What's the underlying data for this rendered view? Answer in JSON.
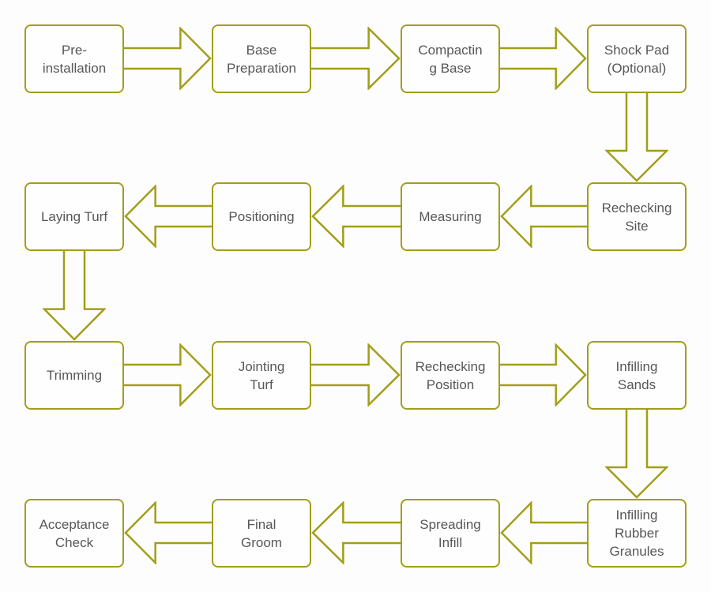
{
  "diagram": {
    "type": "flowchart",
    "colors": {
      "outline": "#A29E1A",
      "text": "#575757",
      "background": "#FDFDFD",
      "shape_fill": "#FEFEFE"
    },
    "nodes": [
      {
        "id": "pre-installation",
        "label": "Pre-\ninstallation"
      },
      {
        "id": "base-preparation",
        "label": "Base\nPreparation"
      },
      {
        "id": "compacting-base",
        "label": "Compactin\ng Base"
      },
      {
        "id": "shock-pad",
        "label": "Shock Pad\n(Optional)"
      },
      {
        "id": "rechecking-site",
        "label": "Rechecking\nSite"
      },
      {
        "id": "measuring",
        "label": "Measuring"
      },
      {
        "id": "positioning",
        "label": "Positioning"
      },
      {
        "id": "laying-turf",
        "label": "Laying Turf"
      },
      {
        "id": "trimming",
        "label": "Trimming"
      },
      {
        "id": "jointing-turf",
        "label": "Jointing\nTurf"
      },
      {
        "id": "rechecking-position",
        "label": "Rechecking\nPosition"
      },
      {
        "id": "infilling-sands",
        "label": "Infilling\nSands"
      },
      {
        "id": "infilling-rubber-granules",
        "label": "Infilling\nRubber\nGranules"
      },
      {
        "id": "spreading-infill",
        "label": "Spreading\nInfill"
      },
      {
        "id": "final-groom",
        "label": "Final\nGroom"
      },
      {
        "id": "acceptance-check",
        "label": "Acceptance\nCheck"
      }
    ],
    "edges": [
      {
        "from": "pre-installation",
        "to": "base-preparation",
        "direction": "right"
      },
      {
        "from": "base-preparation",
        "to": "compacting-base",
        "direction": "right"
      },
      {
        "from": "compacting-base",
        "to": "shock-pad",
        "direction": "right"
      },
      {
        "from": "shock-pad",
        "to": "rechecking-site",
        "direction": "down"
      },
      {
        "from": "rechecking-site",
        "to": "measuring",
        "direction": "left"
      },
      {
        "from": "measuring",
        "to": "positioning",
        "direction": "left"
      },
      {
        "from": "positioning",
        "to": "laying-turf",
        "direction": "left"
      },
      {
        "from": "laying-turf",
        "to": "trimming",
        "direction": "down"
      },
      {
        "from": "trimming",
        "to": "jointing-turf",
        "direction": "right"
      },
      {
        "from": "jointing-turf",
        "to": "rechecking-position",
        "direction": "right"
      },
      {
        "from": "rechecking-position",
        "to": "infilling-sands",
        "direction": "right"
      },
      {
        "from": "infilling-sands",
        "to": "infilling-rubber-granules",
        "direction": "down"
      },
      {
        "from": "infilling-rubber-granules",
        "to": "spreading-infill",
        "direction": "left"
      },
      {
        "from": "spreading-infill",
        "to": "final-groom",
        "direction": "left"
      },
      {
        "from": "final-groom",
        "to": "acceptance-check",
        "direction": "left"
      }
    ]
  }
}
